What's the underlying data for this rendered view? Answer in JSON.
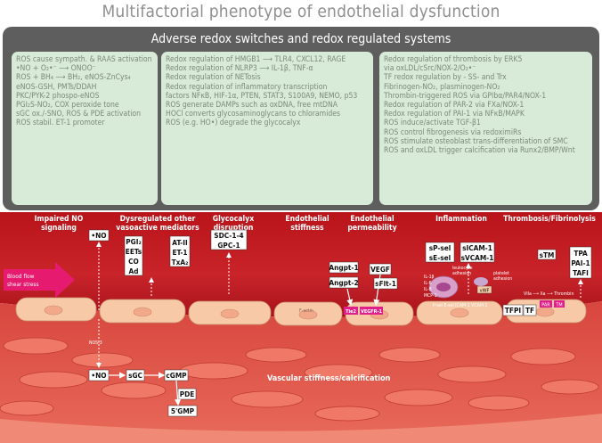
{
  "title": "Multifactorial phenotype of endothelial dysfunction",
  "box_title": "Adverse redox switches and redox regulated systems",
  "panels": [
    [
      "ROS cause sympath. & RAAS activation",
      "•NO + O₂•⁻ ⟶ ONOO⁻",
      "ROS + BH₄ ⟶ BH₂, eNOS-ZnCys₄",
      "eNOS-GSH, PMTs/DDAH",
      "PKC/PYK-2 phospo-eNOS",
      "PGI₂S-NO₂, COX peroxide tone",
      "sGC ox./-SNO, ROS & PDE activation",
      "ROS stabil. ET-1 promoter"
    ],
    [
      "Redox regulation of HMGB1 ⟶ TLR4, CXCL12, RAGE",
      "Redox regulation of NLRP3 ⟶ IL-1β, TNF-α",
      "Redox regulation of NETosis",
      "Redox regulation of inflammatory transcription",
      "factors NFκB, HIF-1α, PTEN, STAT3, S100A9, NEMO, p53",
      "ROS generate DAMPs such as oxDNA, free mtDNA",
      "HOCl converts glycosaminoglycans to chloramides",
      "ROS (e.g. HO•) degrade the glycocalyx"
    ],
    [
      "Redox regulation of thrombosis by ERK5",
      "via oxLDL/cSrc/NOX-2/O₂•⁻",
      "TF redox regulation by - SS- and Trx",
      "Fibrinogen-NO₂, plasminogen-NO₂",
      "Thrombin-triggered ROS via GPIbα/PAR4/NOX-1",
      "Redox regulation of PAR-2 via FXa/NOX-1",
      "Redox regulation of PAI-1 via NFκB/MAPK",
      "ROS induce/activate TGF-β1",
      "ROS control fibrogenesis via redoximiRs",
      "ROS stimulate osteoblast trans-differentiation of SMC",
      "ROS and oxLDL trigger calcification via Runx2/BMP/Wnt"
    ]
  ],
  "categories": [
    [
      "Impaired NO",
      "signaling"
    ],
    [
      "Dysregulated other",
      "vasoactive mediators"
    ],
    [
      "Glycocalyx",
      "disruption"
    ],
    [
      "Endothelial",
      "stiffness"
    ],
    [
      "Endothelial",
      "permeability"
    ],
    [
      "Inflammation"
    ],
    [
      "Thrombosis/Fibrinolysis"
    ]
  ],
  "blood_flow": [
    "Blood flow",
    "shear stress"
  ],
  "mediators": {
    "no_top": "•NO",
    "no_bottom": "•NO",
    "nos3": "NOS-3",
    "vaso_left": [
      "PGI₂",
      "EETs",
      "CO",
      "Ad"
    ],
    "vaso_right": [
      "AT-II",
      "ET-1",
      "TxA₂"
    ],
    "glyco": [
      "SDC-1-4",
      "GPC-1"
    ],
    "angpt1": "Angpt-1",
    "angpt2": "Angpt-2",
    "vegf": "VEGF",
    "sflt": "sFlt-1",
    "tie2": "Tie2",
    "vegfr": "VEGFR-1",
    "psel": [
      "sP-sel",
      "sE-sel"
    ],
    "icam": [
      "sICAM-1",
      "sVCAM-1"
    ],
    "stm": "sTM",
    "fib": [
      "TPA",
      "PAI-1",
      "TAFI"
    ],
    "cytokines": [
      "IL-1β",
      "IL-6",
      "IL-8",
      "MCP-1"
    ],
    "leukocyte": [
      "leukocyte",
      "adhesion"
    ],
    "platelet": [
      "platelet",
      "adhesion"
    ],
    "adhesion": "P-sel  E-sel  ICAM-1  VCAM-1",
    "vwf": "vWF",
    "tfpi": "TFPI",
    "tf": "TF",
    "cascade": "VIIa ⟶ Xa ⟶ Thrombin",
    "par": "PAR",
    "tm": "TM",
    "factin": "F-actin",
    "sgc": "sGC",
    "cgmp": "cGMP",
    "pde": "PDE",
    "gmp": "5'GMP",
    "stiffness": "Vascular stiffness/calcification"
  }
}
